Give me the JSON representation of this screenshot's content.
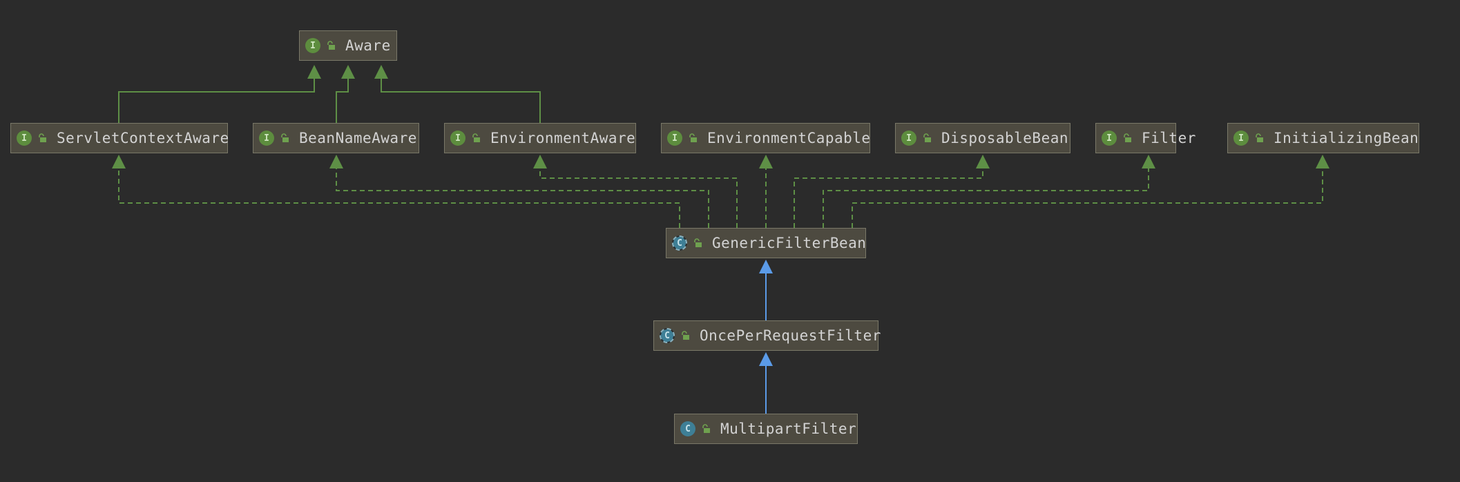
{
  "diagram": {
    "nodes": [
      {
        "id": "aware",
        "label": "Aware",
        "kind": "interface",
        "badge": "I"
      },
      {
        "id": "servlet_context_aware",
        "label": "ServletContextAware",
        "kind": "interface",
        "badge": "I"
      },
      {
        "id": "bean_name_aware",
        "label": "BeanNameAware",
        "kind": "interface",
        "badge": "I"
      },
      {
        "id": "environment_aware",
        "label": "EnvironmentAware",
        "kind": "interface",
        "badge": "I"
      },
      {
        "id": "environment_capable",
        "label": "EnvironmentCapable",
        "kind": "interface",
        "badge": "I"
      },
      {
        "id": "disposable_bean",
        "label": "DisposableBean",
        "kind": "interface",
        "badge": "I"
      },
      {
        "id": "filter",
        "label": "Filter",
        "kind": "interface",
        "badge": "I"
      },
      {
        "id": "initializing_bean",
        "label": "InitializingBean",
        "kind": "interface",
        "badge": "I"
      },
      {
        "id": "generic_filter_bean",
        "label": "GenericFilterBean",
        "kind": "abstract-class",
        "badge": "C"
      },
      {
        "id": "once_per_request_filter",
        "label": "OncePerRequestFilter",
        "kind": "abstract-class",
        "badge": "C"
      },
      {
        "id": "multipart_filter",
        "label": "MultipartFilter",
        "kind": "class",
        "badge": "C"
      }
    ],
    "edges": [
      {
        "from": "servlet_context_aware",
        "to": "aware",
        "type": "extends-interface"
      },
      {
        "from": "bean_name_aware",
        "to": "aware",
        "type": "extends-interface"
      },
      {
        "from": "environment_aware",
        "to": "aware",
        "type": "extends-interface"
      },
      {
        "from": "generic_filter_bean",
        "to": "servlet_context_aware",
        "type": "implements"
      },
      {
        "from": "generic_filter_bean",
        "to": "bean_name_aware",
        "type": "implements"
      },
      {
        "from": "generic_filter_bean",
        "to": "environment_aware",
        "type": "implements"
      },
      {
        "from": "generic_filter_bean",
        "to": "environment_capable",
        "type": "implements"
      },
      {
        "from": "generic_filter_bean",
        "to": "disposable_bean",
        "type": "implements"
      },
      {
        "from": "generic_filter_bean",
        "to": "filter",
        "type": "implements"
      },
      {
        "from": "generic_filter_bean",
        "to": "initializing_bean",
        "type": "implements"
      },
      {
        "from": "once_per_request_filter",
        "to": "generic_filter_bean",
        "type": "extends"
      },
      {
        "from": "multipart_filter",
        "to": "once_per_request_filter",
        "type": "extends"
      }
    ],
    "colors": {
      "background": "#2b2b2b",
      "node_fill": "#4d4a40",
      "node_border": "#7a7868",
      "node_text": "#d3d3d3",
      "interface_edge": "#5e8f46",
      "class_edge": "#5b9be8"
    },
    "icons": {
      "interface": "interface-icon",
      "class": "class-icon",
      "abstract-class": "abstract-class-icon",
      "visibility": "public-lock-icon"
    }
  }
}
